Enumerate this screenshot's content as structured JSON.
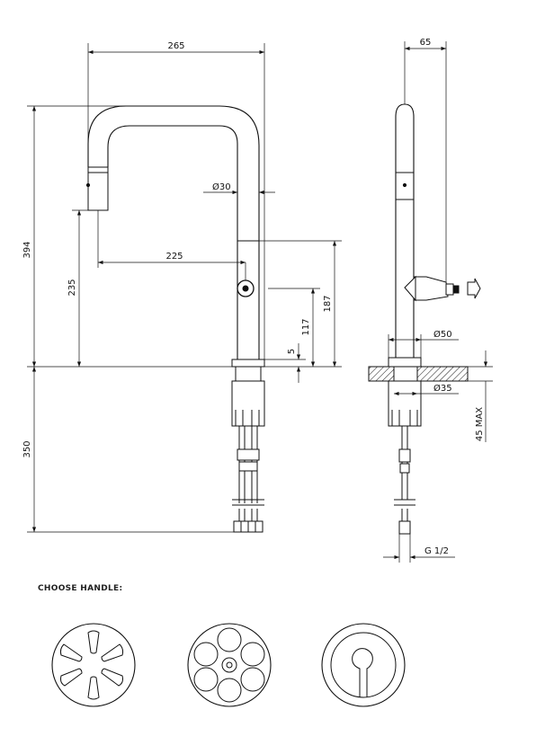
{
  "dimensions": {
    "total_length": "265",
    "spout_diameter": "Ø30",
    "spout_reach": "225",
    "total_height": "394",
    "spout_height": "235",
    "lever_height": "187",
    "lever_axis_height": "117",
    "base_height": "5",
    "hose_length": "350",
    "side_depth": "65",
    "base_diameter": "Ø50",
    "hole_diameter": "Ø35",
    "max_deck_thickness": "45 MAX",
    "connection_thread": "G 1/2"
  },
  "handles": {
    "caption": "CHOOSE HANDLE:"
  }
}
